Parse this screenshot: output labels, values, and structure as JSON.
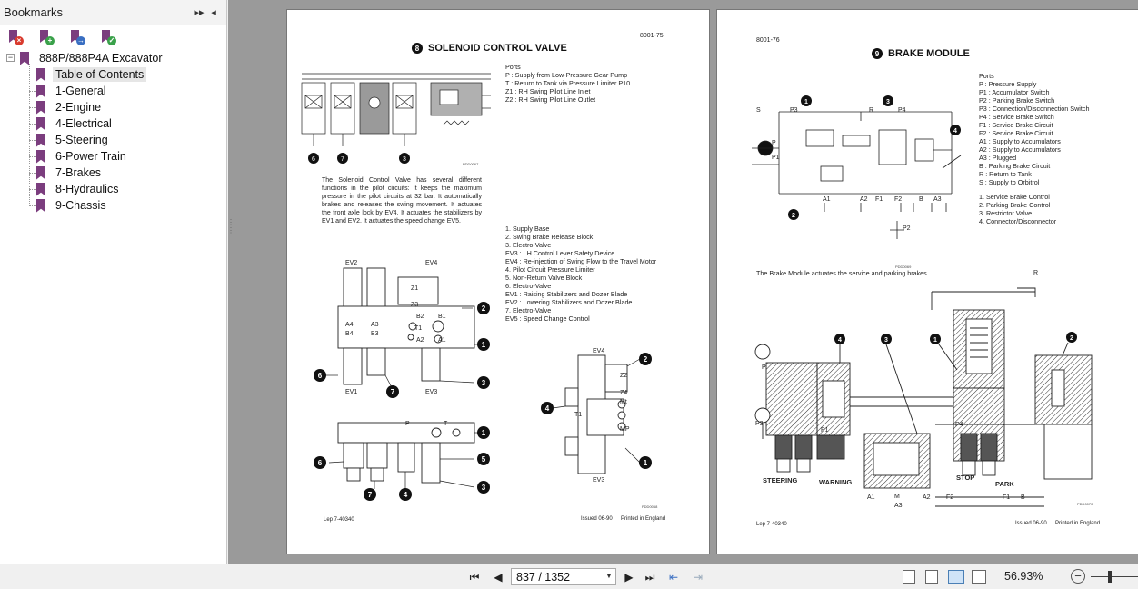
{
  "sidebar": {
    "title": "Bookmarks",
    "header_icons": [
      "expand-panel-icon",
      "collapse-panel-icon"
    ],
    "tools": [
      {
        "name": "delete-bookmark-icon",
        "badge_color": "#d93b2e"
      },
      {
        "name": "new-bookmark-icon",
        "badge_color": "#3aa14a"
      },
      {
        "name": "go-to-bookmark-icon",
        "badge_color": "#3a6fc2"
      },
      {
        "name": "expand-bookmark-icon",
        "badge_color": "#3aa14a"
      }
    ],
    "root": "888P/888P4A Excavator",
    "items": [
      "Table of Contents",
      "1-General",
      "2-Engine",
      "4-Electrical",
      "5-Steering",
      "6-Power Train",
      "7-Brakes",
      "8-Hydraulics",
      "9-Chassis"
    ]
  },
  "left_page": {
    "page_no": "8001-75",
    "section_num": "8",
    "title": "SOLENOID CONTROL VALVE",
    "ports": [
      "Ports",
      "P : Supply from Low-Pressure Gear Pump",
      "T : Return to Tank via Pressure Limiter P10",
      "Z1 : RH Swing Pilot Line Inlet",
      "Z2 : RH Swing Pilot Line Outlet"
    ],
    "description": "The Solenoid Control Valve has several different functions in the pilot circuits: It keeps the maximum pressure in the pilot circuits at 32 bar. It automatically brakes and releases the swing movement. It actuates the front axle lock by EV4. It actuates the stabilizers by EV1 and EV2. It actuates the speed change EV5.",
    "legend": [
      "1. Supply Base",
      "2. Swing Brake Release Block",
      "3. Electro-Valve",
      "EV3 : LH Control Lever Safety Device",
      "EV4 : Re-injection of Swing Flow to the Travel Motor",
      "4. Pilot Circuit Pressure Limiter",
      "5. Non-Return Valve Block",
      "6. Electro-Valve",
      "EV1 : Raising Stabilizers and Dozer Blade",
      "EV2 : Lowering Stabilizers and Dozer Blade",
      "7. Electro-Valve",
      "EV5 : Speed Change Control"
    ],
    "fig1": "PDD0067",
    "fig2": "PDD0068",
    "footer_left": "Lep 7-40340",
    "footer_issued": "Issued 06-90",
    "footer_printed": "Printed in England",
    "labels": {
      "ev2": "EV2",
      "ev4": "EV4",
      "ev1": "EV1",
      "ev3": "EV3",
      "ev4b": "EV4",
      "ev3b": "EV3",
      "z1": "Z1",
      "z2": "Z2",
      "z3": "Z3",
      "z4": "Z4",
      "a4": "A4",
      "b4": "B4",
      "a3": "A3",
      "b3": "B3",
      "b2": "B2",
      "a2": "A2",
      "b1": "B1",
      "a1": "A1",
      "t1": "T1",
      "t1b": "T1",
      "mt": "Mt",
      "mp": "MP",
      "p": "P",
      "t": "T"
    }
  },
  "right_page": {
    "page_no": "8001-76",
    "section_num": "9",
    "title": "BRAKE MODULE",
    "ports": [
      "Ports",
      "P : Pressure Supply",
      "P1 : Accumulator Switch",
      "P2 : Parking Brake Switch",
      "P3 : Connection/Disconnection Switch",
      "P4 : Service Brake Switch",
      "F1 : Service Brake Circuit",
      "F2 : Service Brake Circuit",
      "A1 : Supply to Accumulators",
      "A2 : Supply to Accumulators",
      "A3 : Plugged",
      "B : Parking Brake Circuit",
      "R : Return to Tank",
      "S : Supply to Orbitrol"
    ],
    "legend": [
      "1. Service Brake Control",
      "2. Parking Brake Control",
      "3. Restrictor Valve",
      "4. Connector/Disconnector"
    ],
    "description": "The Brake Module actuates the service and parking brakes.",
    "fig1": "PDD0069",
    "fig2": "PDD0070",
    "footer_left": "Lep 7-40340",
    "footer_issued": "Issued 06-90",
    "footer_printed": "Printed in England",
    "labels": {
      "s": "S",
      "p3": "P3",
      "r": "R",
      "p4": "P4",
      "p": "P",
      "p1": "P1",
      "a1": "A1",
      "a2": "A2",
      "f1": "F1",
      "f2": "F2",
      "b": "B",
      "a3": "A3",
      "p2": "P2",
      "r2": "R",
      "steering": "STEERING",
      "warning": "WARNING",
      "stop": "STOP",
      "park": "PARK",
      "a1b": "A1",
      "m": "M",
      "a3b": "A3",
      "a2b": "A2",
      "f2b": "F2",
      "f1b": "F1",
      "bb": "B",
      "pb": "P",
      "p3b": "P3",
      "p1b": "P1",
      "p4b": "P4"
    }
  },
  "toolbar": {
    "page_value": "837 / 1352",
    "zoom": "56.93%",
    "zoom_fraction": 0.42
  }
}
